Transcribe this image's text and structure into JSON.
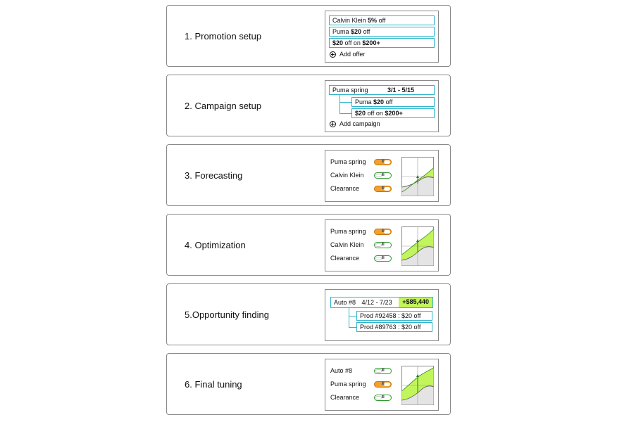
{
  "steps": [
    {
      "label": "1. Promotion setup"
    },
    {
      "label": "2. Campaign setup"
    },
    {
      "label": "3. Forecasting"
    },
    {
      "label": "4. Optimization"
    },
    {
      "label": "5.Opportunity finding"
    },
    {
      "label": "6. Final tuning"
    }
  ],
  "promotion": {
    "offers": [
      {
        "brand": "Calvin Klein",
        "amount": "5%",
        "suffix": "off"
      },
      {
        "brand": "Puma",
        "amount": "$20",
        "suffix": "off"
      },
      {
        "brand": "",
        "amount": "$20",
        "suffix": "off on",
        "threshold": "$200+"
      }
    ],
    "add_label": "Add offer"
  },
  "campaign": {
    "name": "Puma spring",
    "dates": "3/1 - 5/15",
    "offers": [
      {
        "brand": "Puma",
        "amount": "$20",
        "suffix": "off"
      },
      {
        "brand": "",
        "amount": "$20",
        "suffix": "off on",
        "threshold": "$200+"
      }
    ],
    "add_label": "Add campaign"
  },
  "forecasting": {
    "items": [
      {
        "name": "Puma spring",
        "state": "on"
      },
      {
        "name": "Calvin Klein",
        "state": "off"
      },
      {
        "name": "Clearance",
        "state": "on"
      }
    ]
  },
  "optimization": {
    "items": [
      {
        "name": "Puma spring",
        "state": "on"
      },
      {
        "name": "Calvin Klein",
        "state": "off"
      },
      {
        "name": "Clearance",
        "state": "off"
      }
    ]
  },
  "opportunity": {
    "name": "Auto #8",
    "dates": "4/12 - 7/23",
    "gain": "+$85,440",
    "products": [
      {
        "label": "Prod #92458 : $20 off"
      },
      {
        "label": "Prod #89763 : $20 off"
      }
    ]
  },
  "final": {
    "items": [
      {
        "name": "Auto #8",
        "state": "off"
      },
      {
        "name": "Puma spring",
        "state": "on"
      },
      {
        "name": "Clearance",
        "state": "off"
      }
    ]
  },
  "toggle_grip": "III",
  "colors": {
    "box_border": "#2fb3cc",
    "toggle_on": "#f4a02d",
    "toggle_off_border": "#2d9a2d",
    "gain_fill": "#c2f55c",
    "chart_band": "#c2f55c",
    "chart_base": "#e4e4e4"
  }
}
